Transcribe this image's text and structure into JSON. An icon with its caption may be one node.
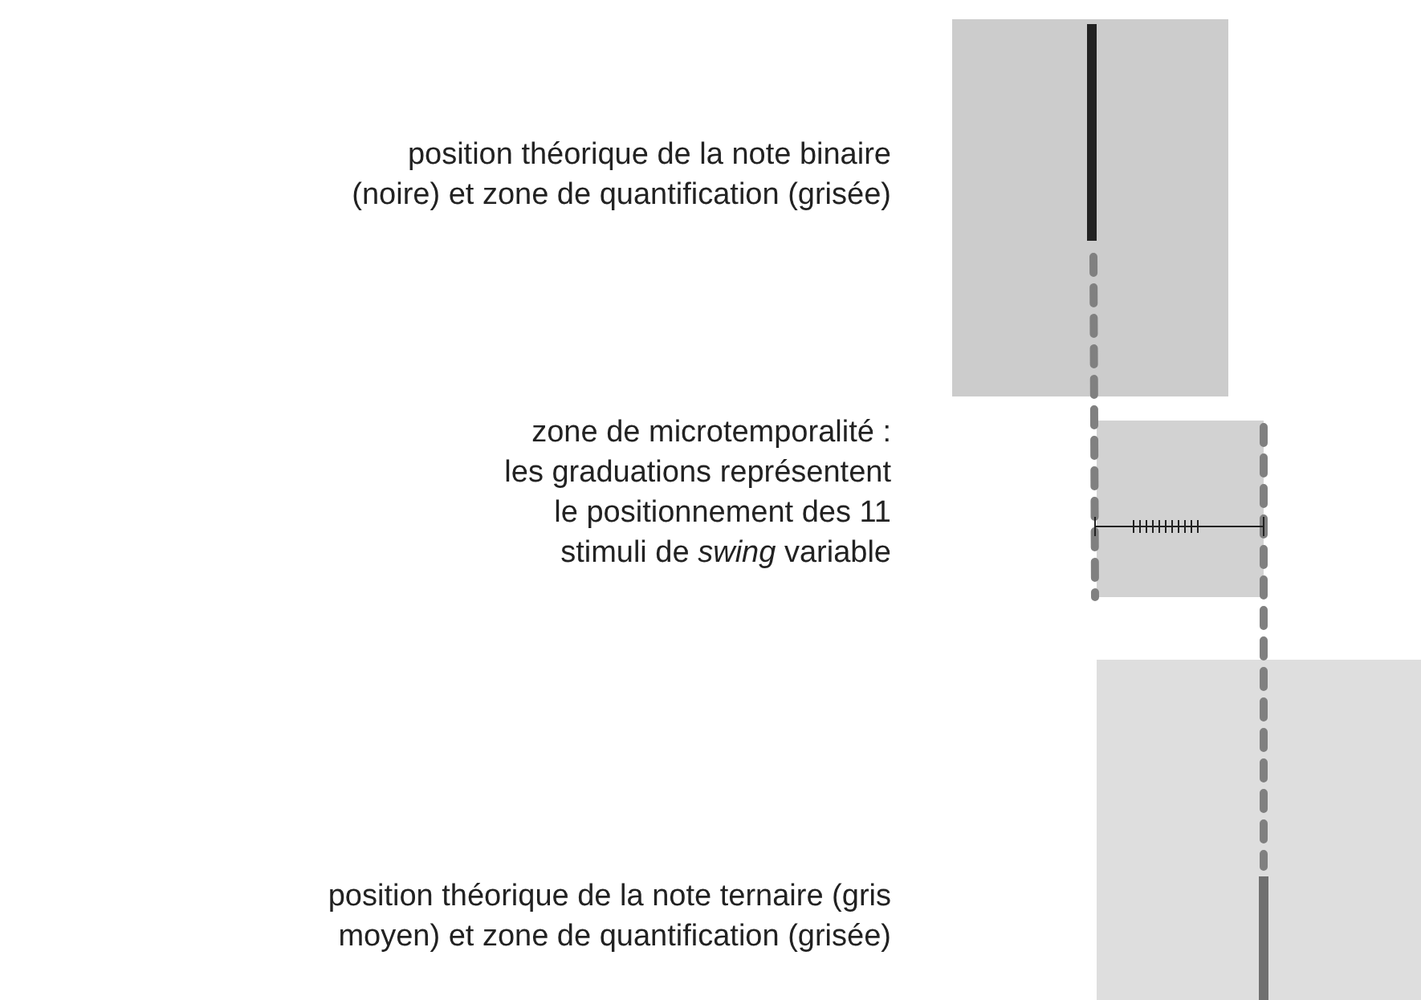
{
  "diagram": {
    "labels": [
      "position théorique de la note binaire (noire) et zone de quantification (grisée)",
      "zone de microtemporalité : les graduations représentent le positionnement des 11 stimuli de *swing* variable",
      "position théorique de la note ternaire (gris moyen) et zone de quantification (grisée)"
    ]
  }
}
